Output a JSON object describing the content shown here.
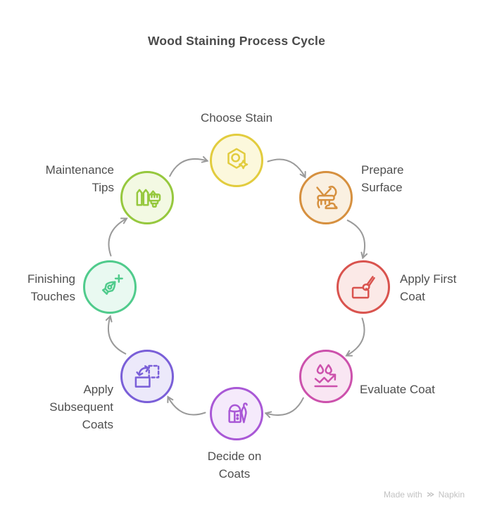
{
  "title": "Wood Staining Process Cycle",
  "colors": {
    "arrow": "#9a9a9a",
    "title_text": "#4a4a4a",
    "label_text": "#4f4f4f",
    "footer_text": "#c2c2c2"
  },
  "nodes": [
    {
      "id": "choose-stain",
      "label": "Choose Stain",
      "icon": "hexagon-sparkle-icon",
      "border_color": "#e2cc3e",
      "fill_color": "#fcf8dc"
    },
    {
      "id": "prepare-surface",
      "label": "Prepare Surface",
      "icon": "sanding-hand-icon",
      "border_color": "#d6903f",
      "fill_color": "#faf0e1"
    },
    {
      "id": "apply-first-coat",
      "label": "Apply First Coat",
      "icon": "paintbrush-tray-icon",
      "border_color": "#d9534e",
      "fill_color": "#fbe9e7"
    },
    {
      "id": "evaluate-coat",
      "label": "Evaluate Coat",
      "icon": "drops-trend-arrow-icon",
      "border_color": "#cc51ac",
      "fill_color": "#f9e6f3"
    },
    {
      "id": "decide-on-coats",
      "label": "Decide on Coats",
      "icon": "raincoat-umbrella-icon",
      "border_color": "#a958d6",
      "fill_color": "#f5eafb"
    },
    {
      "id": "apply-subsequent-coats",
      "label": "Apply Subsequent Coats",
      "icon": "repeat-layers-icon",
      "border_color": "#7a5fd8",
      "fill_color": "#ece9fa"
    },
    {
      "id": "finishing-touches",
      "label": "Finishing Touches",
      "icon": "pen-nib-plus-icon",
      "border_color": "#50cb8c",
      "fill_color": "#e9f9f1"
    },
    {
      "id": "maintenance-tips",
      "label": "Maintenance Tips",
      "icon": "fence-brush-icon",
      "border_color": "#96c83e",
      "fill_color": "#f3f9e3"
    }
  ],
  "connections": [
    {
      "from": "choose-stain",
      "to": "prepare-surface"
    },
    {
      "from": "prepare-surface",
      "to": "apply-first-coat"
    },
    {
      "from": "apply-first-coat",
      "to": "evaluate-coat"
    },
    {
      "from": "evaluate-coat",
      "to": "decide-on-coats"
    },
    {
      "from": "decide-on-coats",
      "to": "apply-subsequent-coats"
    },
    {
      "from": "apply-subsequent-coats",
      "to": "finishing-touches"
    },
    {
      "from": "finishing-touches",
      "to": "maintenance-tips"
    },
    {
      "from": "maintenance-tips",
      "to": "choose-stain"
    }
  ],
  "footer": {
    "text_prefix": "Made with",
    "brand": "Napkin"
  }
}
